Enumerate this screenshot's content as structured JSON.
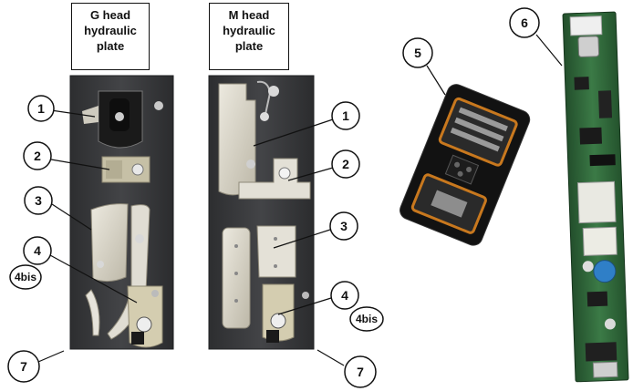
{
  "panels": {
    "g_head": {
      "title_lines": [
        "G head",
        "hydraulic",
        "plate"
      ]
    },
    "m_head": {
      "title_lines": [
        "M head",
        "hydraulic",
        "plate"
      ]
    }
  },
  "callouts": {
    "g": [
      "1",
      "2",
      "3",
      "4",
      "4bis",
      "7"
    ],
    "m": [
      "1",
      "2",
      "3",
      "4",
      "4bis",
      "7"
    ],
    "right": [
      "5",
      "6"
    ]
  },
  "colors": {
    "plate_bg": "#3a3b3d",
    "part_beige": "#d6d2c4",
    "pcb_green": "#2f6b3a",
    "connector_orange": "#c8781e"
  }
}
